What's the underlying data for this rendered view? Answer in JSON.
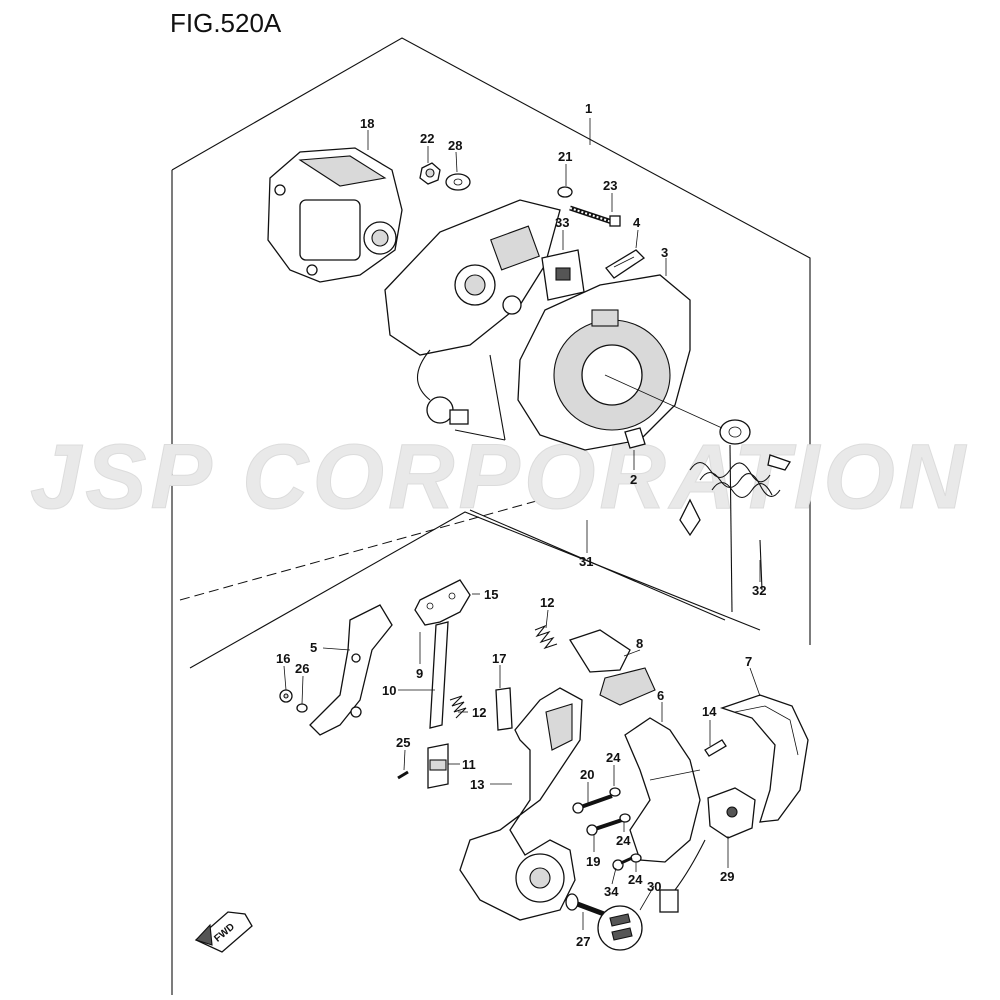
{
  "figure": {
    "title": "FIG.520A"
  },
  "watermark": {
    "text": "JSP CORPORATION"
  },
  "fwd_arrow": {
    "label": "FWD"
  },
  "callouts": [
    {
      "id": "c1",
      "label": "1"
    },
    {
      "id": "c2",
      "label": "2"
    },
    {
      "id": "c3",
      "label": "3"
    },
    {
      "id": "c4",
      "label": "4"
    },
    {
      "id": "c5",
      "label": "5"
    },
    {
      "id": "c6",
      "label": "6"
    },
    {
      "id": "c7",
      "label": "7"
    },
    {
      "id": "c8",
      "label": "8"
    },
    {
      "id": "c9",
      "label": "9"
    },
    {
      "id": "c10",
      "label": "10"
    },
    {
      "id": "c11",
      "label": "11"
    },
    {
      "id": "c12a",
      "label": "12"
    },
    {
      "id": "c12b",
      "label": "12"
    },
    {
      "id": "c13",
      "label": "13"
    },
    {
      "id": "c14",
      "label": "14"
    },
    {
      "id": "c15",
      "label": "15"
    },
    {
      "id": "c16",
      "label": "16"
    },
    {
      "id": "c17",
      "label": "17"
    },
    {
      "id": "c18",
      "label": "18"
    },
    {
      "id": "c19",
      "label": "19"
    },
    {
      "id": "c20",
      "label": "20"
    },
    {
      "id": "c21",
      "label": "21"
    },
    {
      "id": "c22",
      "label": "22"
    },
    {
      "id": "c23",
      "label": "23"
    },
    {
      "id": "c24a",
      "label": "24"
    },
    {
      "id": "c24b",
      "label": "24"
    },
    {
      "id": "c24c",
      "label": "24"
    },
    {
      "id": "c25",
      "label": "25"
    },
    {
      "id": "c26",
      "label": "26"
    },
    {
      "id": "c27",
      "label": "27"
    },
    {
      "id": "c28",
      "label": "28"
    },
    {
      "id": "c29",
      "label": "29"
    },
    {
      "id": "c30",
      "label": "30"
    },
    {
      "id": "c31",
      "label": "31"
    },
    {
      "id": "c32",
      "label": "32"
    },
    {
      "id": "c33",
      "label": "33"
    },
    {
      "id": "c34",
      "label": "34"
    }
  ]
}
